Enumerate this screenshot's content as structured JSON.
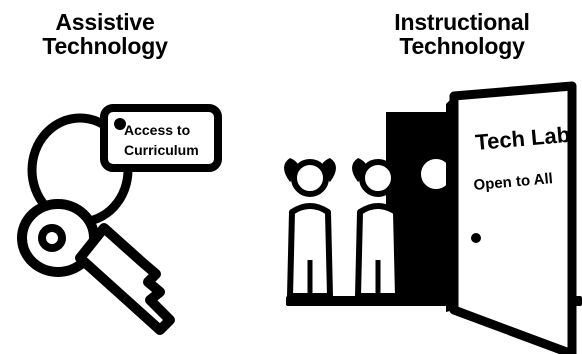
{
  "assistive": {
    "title_line1": "Assistive",
    "title_line2": "Technology",
    "tag_line1": "Access to",
    "tag_line2": "Curriculum",
    "icon": "key-icon"
  },
  "instructional": {
    "title_line1": "Instructional",
    "title_line2": "Technology",
    "door_line1": "Tech Lab",
    "door_line2": "Open to All",
    "icon": "open-door-icon"
  },
  "colors": {
    "ink": "#000000",
    "background": "#ffffff"
  }
}
